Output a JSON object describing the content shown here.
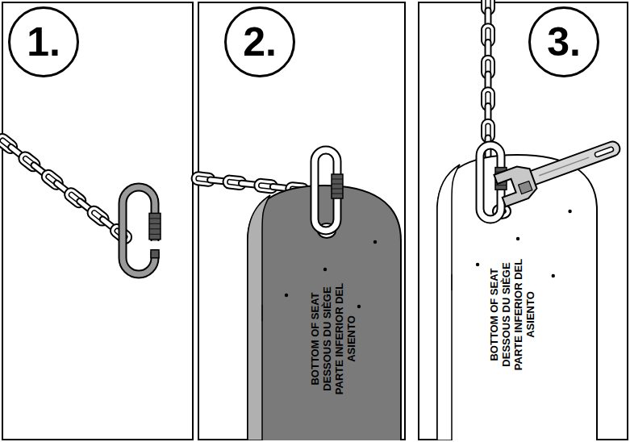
{
  "diagram": {
    "nodes": [
      {
        "text": [
          "1."
        ]
      },
      {
        "text": [
          "2."
        ]
      },
      {
        "text": [
          "BOTTOM OF SEAT DESSOUS DU SIÈGE PARTE INFERIOR DEL ASIENTO"
        ]
      },
      {
        "text": [
          "3."
        ]
      },
      {
        "text": [
          "BOTTOM OF SEAT DESSOUS DU SIÈGE PARTE INFERIOR DEL ASIENTO"
        ]
      }
    ]
  }
}
